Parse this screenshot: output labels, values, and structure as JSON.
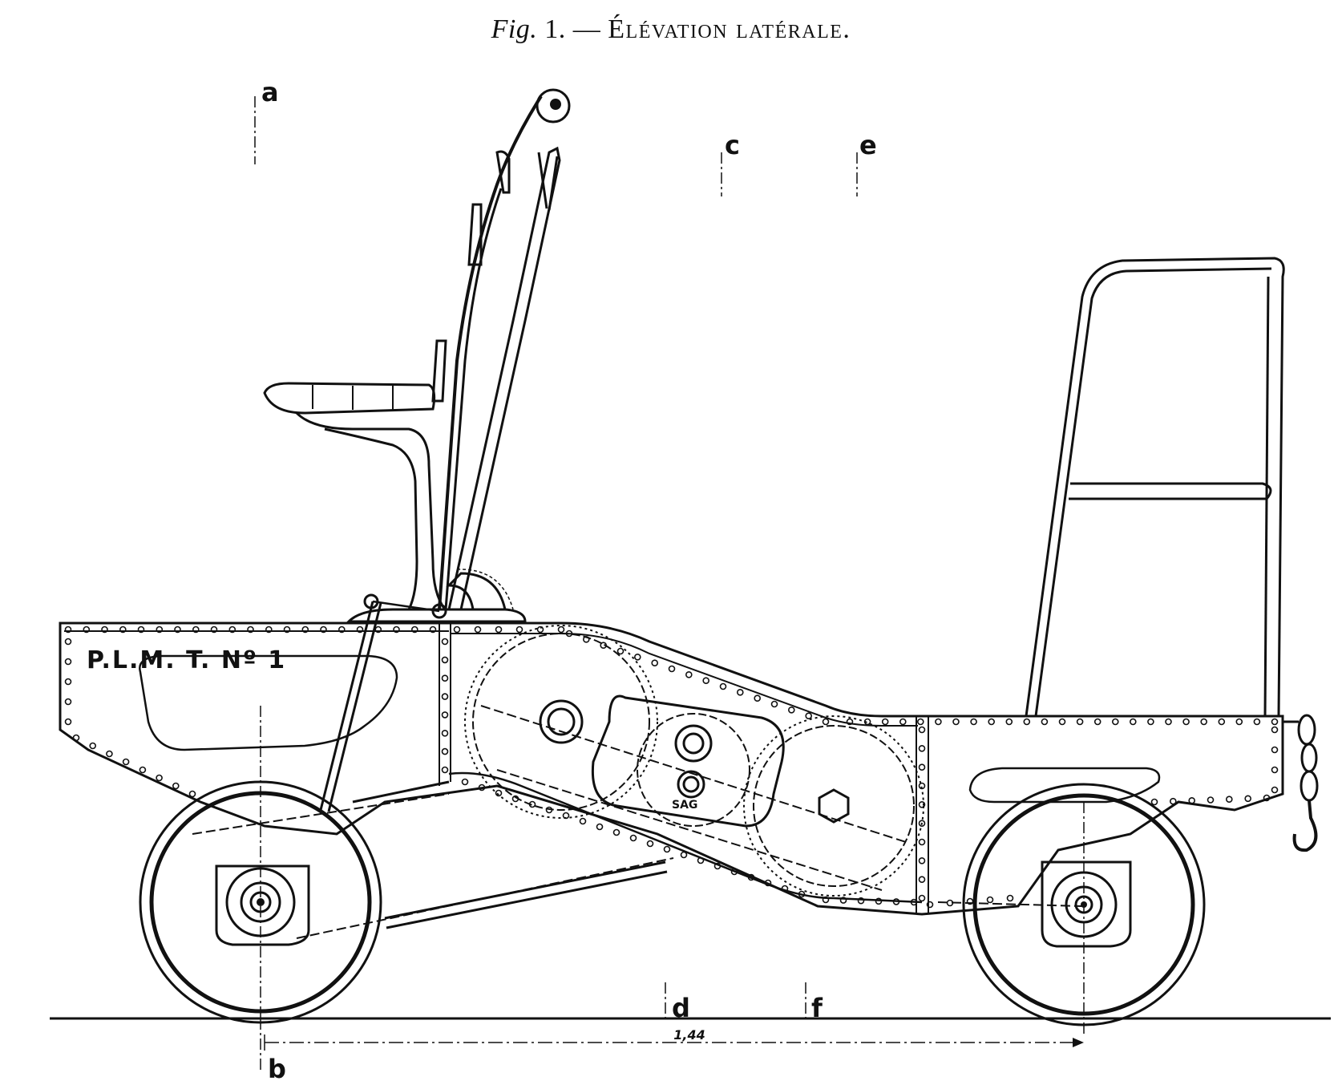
{
  "figure": {
    "fig_label": "Fig.",
    "number": "1.",
    "dash": "—",
    "title": "Élévation latérale."
  },
  "plate_text": "P.L.M.  T. Nº 1",
  "section_marks": {
    "a": "a",
    "b": "b",
    "c": "c",
    "d": "d",
    "e": "e",
    "f": "f"
  },
  "dimension": "1,44",
  "gear_marks": {
    "center_gear": "SAG"
  },
  "colors": {
    "ink": "#111111",
    "paper": "#ffffff"
  }
}
